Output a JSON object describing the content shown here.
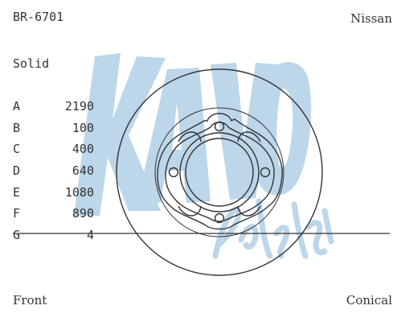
{
  "header": {
    "part_number": "BR-6701",
    "brand": "Nissan"
  },
  "disc_type": "Solid",
  "specs": [
    {
      "key": "A",
      "value": "2190"
    },
    {
      "key": "B",
      "value": "100"
    },
    {
      "key": "C",
      "value": "400"
    },
    {
      "key": "D",
      "value": "640"
    },
    {
      "key": "E",
      "value": "1080"
    },
    {
      "key": "F",
      "value": "890"
    },
    {
      "key": "G",
      "value": "4"
    }
  ],
  "footer": {
    "front_label": "Front",
    "back_label": "Conical"
  },
  "watermark": {
    "logo_text": "Kavo",
    "script_text": "Parts",
    "color": "#bcd6ea"
  },
  "colors": {
    "line": "#333333",
    "text": "#333333"
  }
}
